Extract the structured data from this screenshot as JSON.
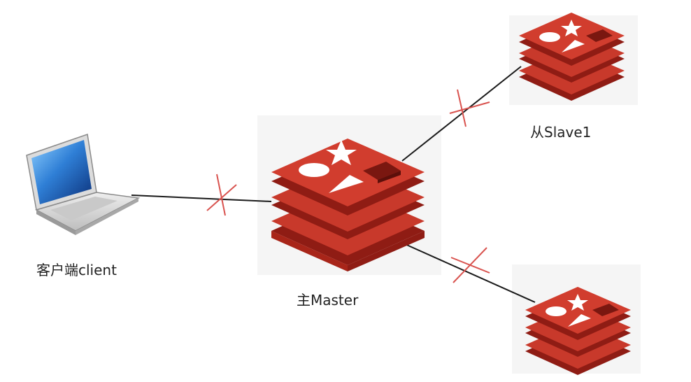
{
  "nodes": {
    "client": {
      "label": "客户端client"
    },
    "master": {
      "label": "主Master"
    },
    "slave1": {
      "label": "从Slave1"
    }
  },
  "colors": {
    "redis_red": "#c8392b",
    "redis_dark": "#8f1c14",
    "line": "#1a1a1a",
    "cut_mark": "#d9534f",
    "panel": "#f5f5f5"
  }
}
